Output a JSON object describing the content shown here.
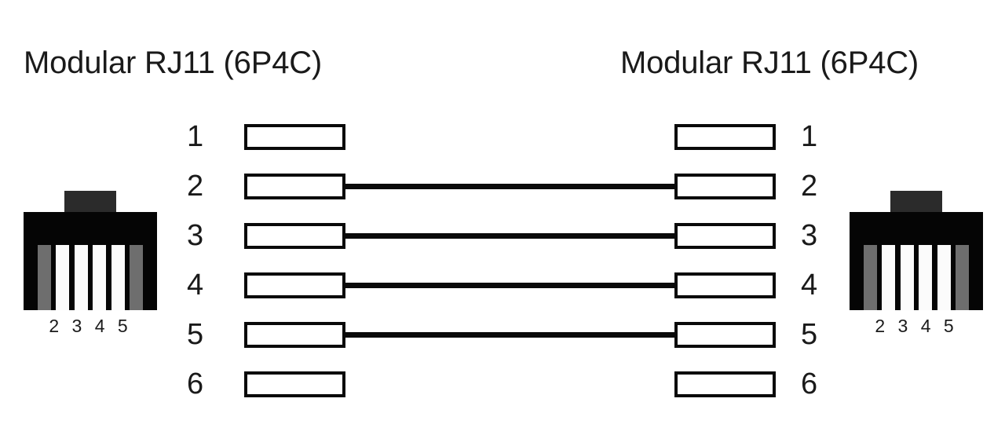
{
  "diagram": {
    "left_panel": {
      "title": "Modular RJ11 (6P4C)",
      "connector": {
        "name": "rj11-connector",
        "tab_color": "#2b2b2b",
        "body_color": "#050505",
        "slot_colors": [
          "#6e6e6e",
          "#fbfbfb",
          "#fbfbfb",
          "#fbfbfb",
          "#fbfbfb",
          "#6e6e6e"
        ],
        "pin_labels": "2 3 4 5"
      },
      "pin_numbers": [
        "1",
        "2",
        "3",
        "4",
        "5",
        "6"
      ]
    },
    "right_panel": {
      "title": "Modular RJ11 (6P4C)",
      "connector": {
        "name": "rj11-connector",
        "tab_color": "#2b2b2b",
        "body_color": "#050505",
        "slot_colors": [
          "#6e6e6e",
          "#fbfbfb",
          "#fbfbfb",
          "#fbfbfb",
          "#fbfbfb",
          "#6e6e6e"
        ],
        "pin_labels": "2 3 4 5"
      },
      "pin_numbers": [
        "1",
        "2",
        "3",
        "4",
        "5",
        "6"
      ]
    },
    "wiring": {
      "scheme": "straight-through",
      "wire_color": "#0a0a0a",
      "connections": [
        {
          "from_pin": "2",
          "to_pin": "2"
        },
        {
          "from_pin": "3",
          "to_pin": "3"
        },
        {
          "from_pin": "4",
          "to_pin": "4"
        },
        {
          "from_pin": "5",
          "to_pin": "5"
        }
      ],
      "unconnected_pins": [
        "1",
        "6"
      ]
    },
    "background_color": "#ffffff"
  }
}
